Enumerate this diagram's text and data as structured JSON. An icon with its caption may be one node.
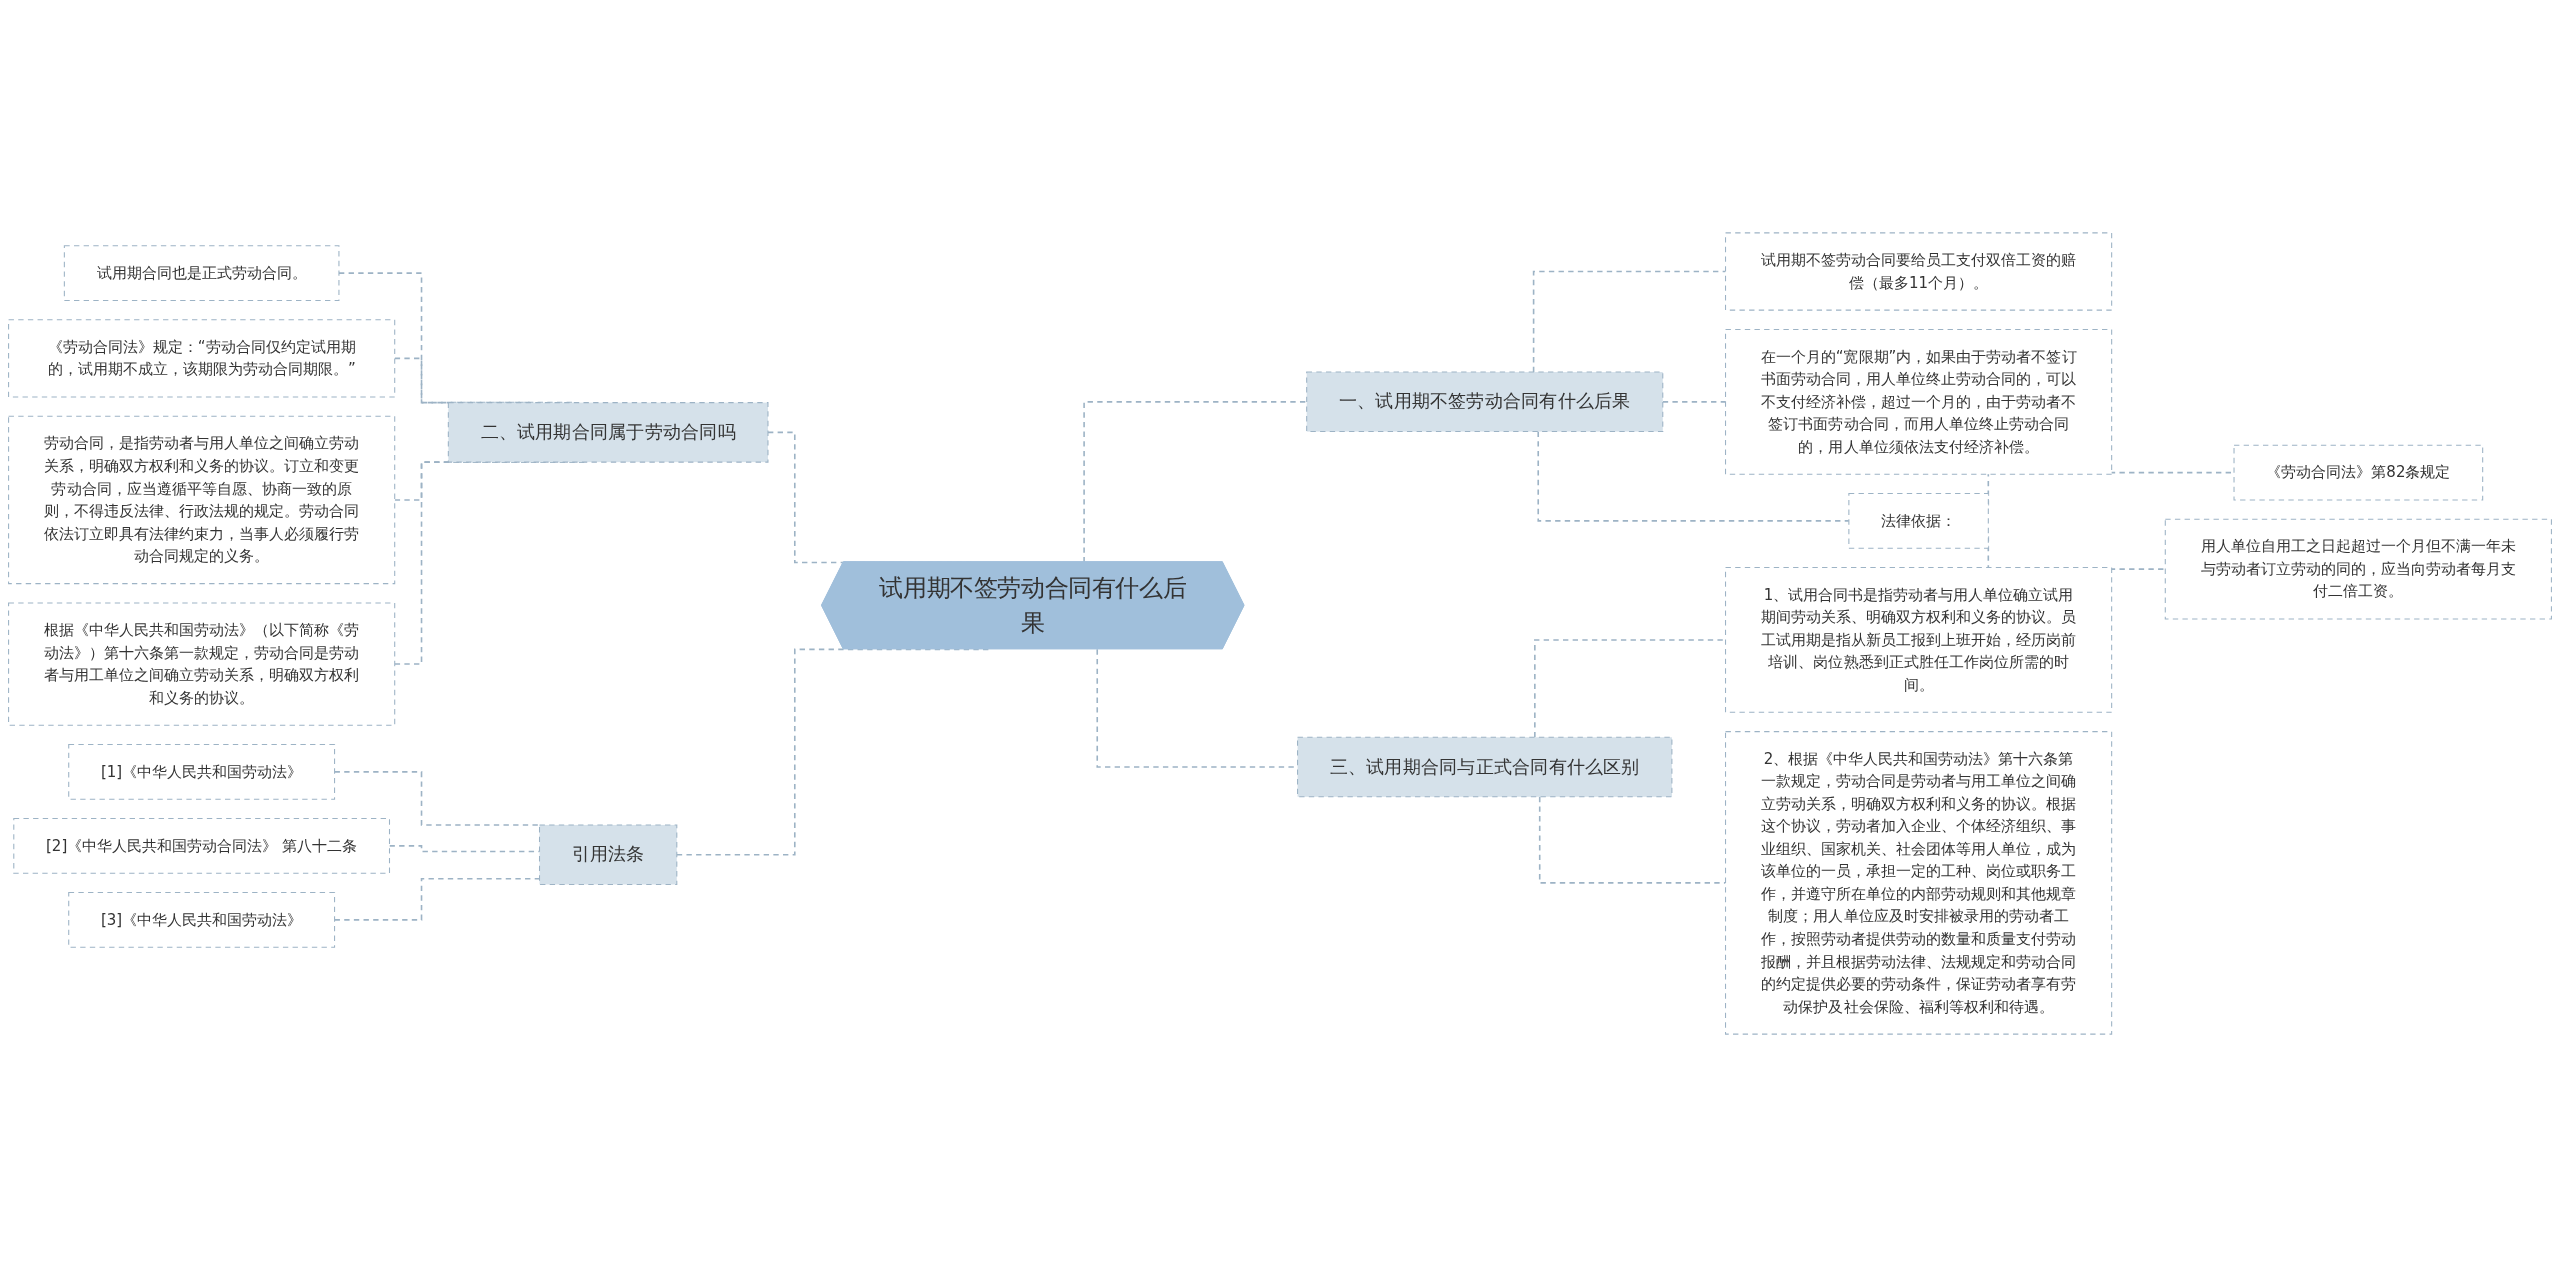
{
  "diagram": {
    "nodes": [
      {
        "text": [
          "试用期不签劳动合同有什么后果"
        ]
      },
      {
        "text": [
          "一、试用期不签劳动合同有什么后果"
        ]
      },
      {
        "text": [
          "试用期不签劳动合同要给员工支付双倍工资的赔偿（最多11个月）。"
        ]
      },
      {
        "text": [
          "在一个月的“宽限期”内，如果由于劳动者不签订书面劳动合同，用人单位终止劳动合同的，可以不支付经济补偿，超过一个月的，由于劳动者不签订书面劳动合同，而用人单位终止劳动合同的，用人单位须依法支付经济补偿。"
        ]
      },
      {
        "text": [
          "法律依据："
        ]
      },
      {
        "text": [
          "《劳动合同法》第82条规定"
        ]
      },
      {
        "text": [
          "用人单位自用工之日起超过一个月但不满一年未与劳动者订立劳动的同的，应当向劳动者每月支付二倍工资。"
        ]
      },
      {
        "text": [
          "三、试用期合同与正式合同有什么区别"
        ]
      },
      {
        "text": [
          "1、试用合同书是指劳动者与用人单位确立试用期间劳动关系、明确双方权利和义务的协议。员工试用期是指从新员工报到上班开始，经历岗前培训、岗位熟悉到正式胜任工作岗位所需的时间。"
        ]
      },
      {
        "text": [
          "2、根据《中华人民共和国劳动法》第十六条第一款规定，劳动合同是劳动者与用工单位之间确立劳动关系，明确双方权利和义务的协议。根据这个协议，劳动者加入企业、个体经济组织、事业组织、国家机关、社会团体等用人单位，成为该单位的一员，承担一定的工种、岗位或职务工作，并遵守所在单位的内部劳动规则和其他规章制度；用人单位应及时安排被录用的劳动者工作，按照劳动者提供劳动的数量和质量支付劳动报酬，并且根据劳动法律、法规规定和劳动合同的约定提供必要的劳动条件，保证劳动者享有劳动保护及社会保险、福利等权利和待遇。"
        ]
      },
      {
        "text": [
          "二、试用期合同属于劳动合同吗"
        ]
      },
      {
        "text": [
          "试用期合同也是正式劳动合同。"
        ]
      },
      {
        "text": [
          "《劳动合同法》规定：“劳动合同仅约定试用期的，试用期不成立，该期限为劳动合同期限。”"
        ]
      },
      {
        "text": [
          "劳动合同，是指劳动者与用人单位之间确立劳动关系，明确双方权利和义务的协议。订立和变更劳动合同，应当遵循平等自愿、协商一致的原则，不得违反法律、行政法规的规定。劳动合同依法订立即具有法律约束力，当事人必须履行劳动合同规定的义务。"
        ]
      },
      {
        "text": [
          "根据《中华人民共和国劳动法》（以下简称《劳动法》）第十六条第一款规定，劳动合同是劳动者与用工单位之间确立劳动关系，明确双方权利和义务的协议。"
        ]
      },
      {
        "text": [
          "引用法条"
        ]
      },
      {
        "text": [
          "[1]《中华人民共和国劳动法》"
        ]
      },
      {
        "text": [
          "[2]《中华人民共和国劳动合同法》 第八十二条"
        ]
      },
      {
        "text": [
          "[3]《中华人民共和国劳动法》"
        ]
      }
    ],
    "edges": [
      {
        "from": 0,
        "to": 1,
        "arrow": "none",
        "style": "dashed"
      },
      {
        "from": 1,
        "to": 2,
        "arrow": "none",
        "style": "dashed"
      },
      {
        "from": 1,
        "to": 3,
        "arrow": "none",
        "style": "dashed"
      },
      {
        "from": 1,
        "to": 4,
        "arrow": "none",
        "style": "dashed"
      },
      {
        "from": 4,
        "to": 5,
        "arrow": "none",
        "style": "dashed"
      },
      {
        "from": 4,
        "to": 6,
        "arrow": "none",
        "style": "dashed"
      },
      {
        "from": 0,
        "to": 7,
        "arrow": "none",
        "style": "dashed"
      },
      {
        "from": 7,
        "to": 8,
        "arrow": "none",
        "style": "dashed"
      },
      {
        "from": 7,
        "to": 9,
        "arrow": "none",
        "style": "dashed"
      },
      {
        "from": 0,
        "to": 10,
        "arrow": "none",
        "style": "dashed"
      },
      {
        "from": 10,
        "to": 11,
        "arrow": "none",
        "style": "dashed"
      },
      {
        "from": 10,
        "to": 12,
        "arrow": "none",
        "style": "dashed"
      },
      {
        "from": 10,
        "to": 13,
        "arrow": "none",
        "style": "dashed"
      },
      {
        "from": 10,
        "to": 14,
        "arrow": "none",
        "style": "dashed"
      },
      {
        "from": 0,
        "to": 15,
        "arrow": "none",
        "style": "dashed"
      },
      {
        "from": 15,
        "to": 16,
        "arrow": "none",
        "style": "dashed"
      },
      {
        "from": 15,
        "to": 17,
        "arrow": "none",
        "style": "dashed"
      },
      {
        "from": 15,
        "to": 18,
        "arrow": "none",
        "style": "dashed"
      }
    ]
  }
}
